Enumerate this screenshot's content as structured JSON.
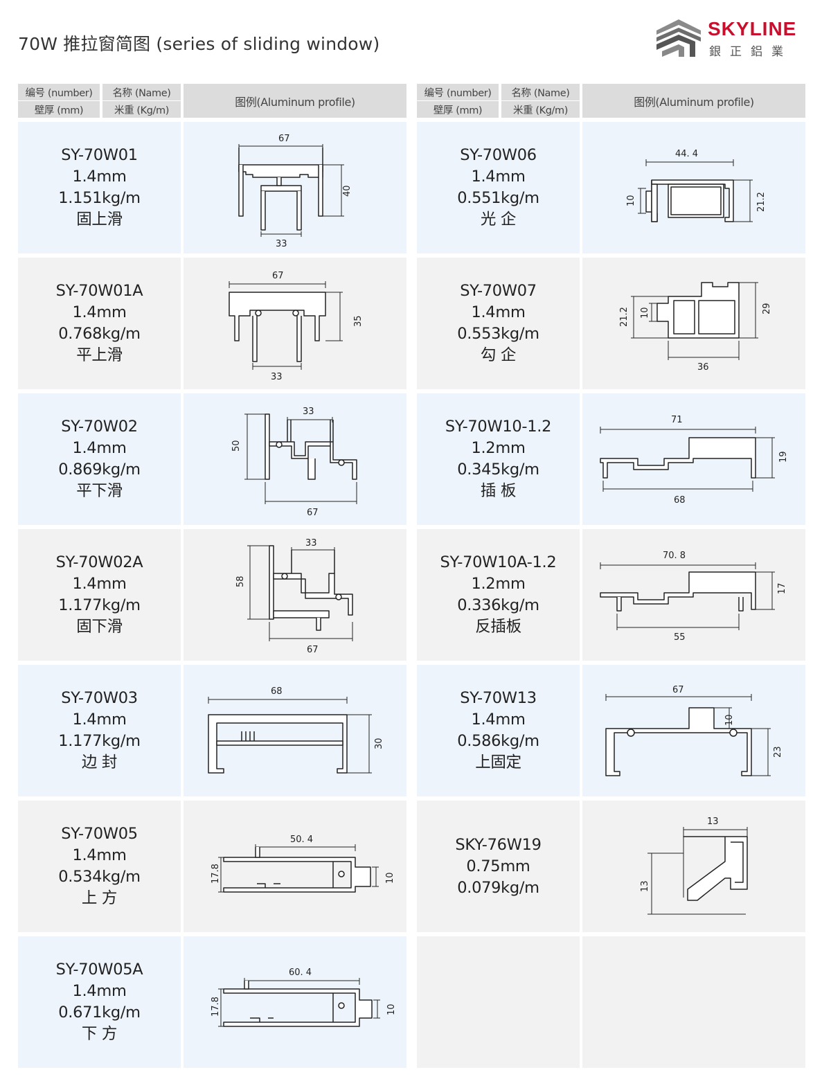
{
  "page": {
    "title": "70W 推拉窗简图 (series of sliding window)"
  },
  "logo": {
    "brand": "SKYLINE",
    "brand_cn": "銀正鋁業",
    "brand_color": "#c8102e"
  },
  "header": {
    "number": "编号 (number)",
    "name": "名称 (Name)",
    "thickness": "壁厚 (mm)",
    "weight": "米重 (Kg/m)",
    "profile": "图例(Aluminum profile)"
  },
  "left_items": [
    {
      "code": "SY-70W01",
      "thickness": "1.4mm",
      "weight": "1.151kg/m",
      "name": "固上滑",
      "dims": [
        "67",
        "40",
        "33"
      ]
    },
    {
      "code": "SY-70W01A",
      "thickness": "1.4mm",
      "weight": "0.768kg/m",
      "name": "平上滑",
      "dims": [
        "67",
        "35",
        "33"
      ]
    },
    {
      "code": "SY-70W02",
      "thickness": "1.4mm",
      "weight": "0.869kg/m",
      "name": "平下滑",
      "dims": [
        "33",
        "50",
        "67"
      ]
    },
    {
      "code": "SY-70W02A",
      "thickness": "1.4mm",
      "weight": "1.177kg/m",
      "name": "固下滑",
      "dims": [
        "33",
        "58",
        "67"
      ]
    },
    {
      "code": "SY-70W03",
      "thickness": "1.4mm",
      "weight": "1.177kg/m",
      "name": "边 封",
      "dims": [
        "68",
        "30"
      ]
    },
    {
      "code": "SY-70W05",
      "thickness": "1.4mm",
      "weight": "0.534kg/m",
      "name": "上 方",
      "dims": [
        "50. 4",
        "17.8",
        "10"
      ]
    },
    {
      "code": "SY-70W05A",
      "thickness": "1.4mm",
      "weight": "0.671kg/m",
      "name": "下 方",
      "dims": [
        "60. 4",
        "17.8",
        "10"
      ]
    }
  ],
  "right_items": [
    {
      "code": "SY-70W06",
      "thickness": "1.4mm",
      "weight": "0.551kg/m",
      "name": "光 企",
      "dims": [
        "44. 4",
        "10",
        "21.2"
      ]
    },
    {
      "code": "SY-70W07",
      "thickness": "1.4mm",
      "weight": "0.553kg/m",
      "name": "勾 企",
      "dims": [
        "21.2",
        "10",
        "29",
        "36"
      ]
    },
    {
      "code": "SY-70W10-1.2",
      "thickness": "1.2mm",
      "weight": "0.345kg/m",
      "name": "插 板",
      "dims": [
        "71",
        "19",
        "68"
      ]
    },
    {
      "code": "SY-70W10A-1.2",
      "thickness": "1.2mm",
      "weight": "0.336kg/m",
      "name": "反插板",
      "dims": [
        "70. 8",
        "17",
        "55"
      ]
    },
    {
      "code": "SY-70W13",
      "thickness": "1.4mm",
      "weight": "0.586kg/m",
      "name": "上固定",
      "dims": [
        "67",
        "10",
        "23"
      ]
    },
    {
      "code": "SKY-76W19",
      "thickness": "0.75mm",
      "weight": "0.079kg/m",
      "dims": [
        "13",
        "13"
      ]
    }
  ]
}
